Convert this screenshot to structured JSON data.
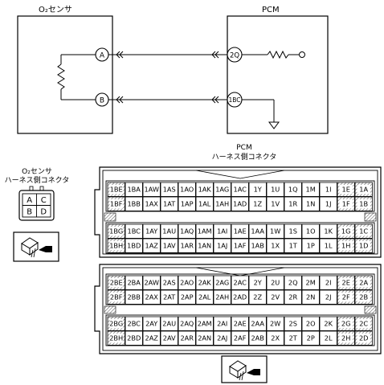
{
  "schematic": {
    "o2_sensor_title": "O₂センサ",
    "pcm_title": "PCM",
    "sensor_pins": [
      "A",
      "B"
    ],
    "pcm_pins": [
      "2Q",
      "1BC"
    ]
  },
  "o2_connector": {
    "title_line1": "O₂センサ",
    "title_line2": "ハーネス側コネクタ",
    "cells": [
      "A",
      "C",
      "B",
      "D"
    ]
  },
  "pcm_connector": {
    "title_line1": "PCM",
    "title_line2": "ハーネス側コネクタ",
    "block1": [
      [
        "1BE",
        "1BA",
        "1AW",
        "1AS",
        "1AO",
        "1AK",
        "1AG",
        "1AC",
        "1Y",
        "1U",
        "1Q",
        "1M",
        "1I",
        "1E",
        "1A"
      ],
      [
        "1BF",
        "1BB",
        "1AX",
        "1AT",
        "1AP",
        "1AL",
        "1AH",
        "1AD",
        "1Z",
        "1V",
        "1R",
        "1N",
        "1J",
        "1F",
        "1B"
      ],
      [
        "1BG",
        "1BC",
        "1AY",
        "1AU",
        "1AQ",
        "1AM",
        "1AI",
        "1AE",
        "1AA",
        "1W",
        "1S",
        "1O",
        "1K",
        "1G",
        "1C"
      ],
      [
        "1BH",
        "1BD",
        "1AZ",
        "1AV",
        "1AR",
        "1AN",
        "1AJ",
        "1AF",
        "1AB",
        "1X",
        "1T",
        "1P",
        "1L",
        "1H",
        "1D"
      ]
    ],
    "block2": [
      [
        "2BE",
        "2BA",
        "2AW",
        "2AS",
        "2AO",
        "2AK",
        "2AG",
        "2AC",
        "2Y",
        "2U",
        "2Q",
        "2M",
        "2I",
        "2E",
        "2A"
      ],
      [
        "2BF",
        "2BB",
        "2AX",
        "2AT",
        "2AP",
        "2AL",
        "2AH",
        "2AD",
        "2Z",
        "2V",
        "2R",
        "2N",
        "2J",
        "2F",
        "2B"
      ],
      [
        "2BG",
        "2BC",
        "2AY",
        "2AU",
        "2AQ",
        "2AM",
        "2AI",
        "2AE",
        "2AA",
        "2W",
        "2S",
        "2O",
        "2K",
        "2G",
        "2C"
      ],
      [
        "2BH",
        "2BD",
        "2AZ",
        "2AV",
        "2AR",
        "2AN",
        "2AJ",
        "2AF",
        "2AB",
        "2X",
        "2T",
        "2P",
        "2L",
        "2H",
        "2D"
      ]
    ]
  }
}
